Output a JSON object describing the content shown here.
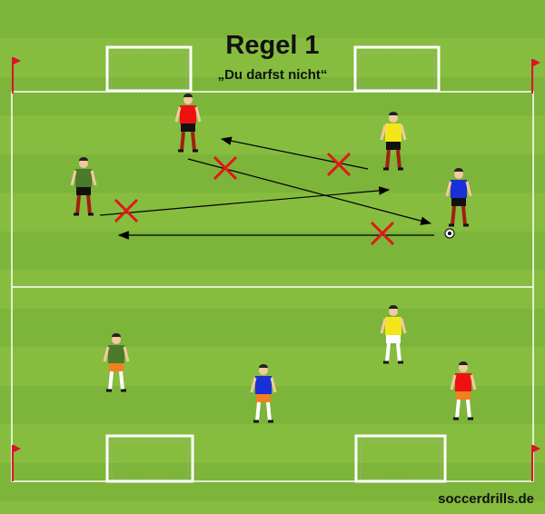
{
  "title": "Regel 1",
  "subtitle": "„Du darfst nicht“",
  "brand": "soccerdrills.de",
  "colors": {
    "red": "#ee1111",
    "yellow": "#f5e61a",
    "green": "#4a7a2a",
    "blue": "#1a2fd6",
    "cross": "#e01818"
  }
}
